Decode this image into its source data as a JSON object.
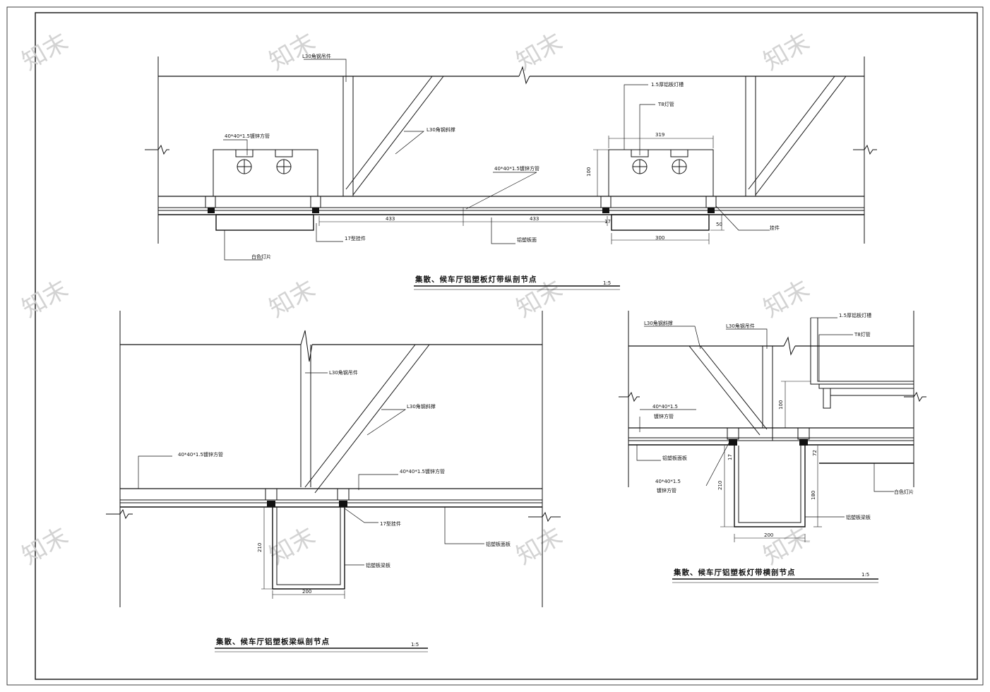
{
  "colors": {
    "line": "#111111",
    "watermark": "#cfcfcf",
    "background": "#ffffff"
  },
  "watermark": "知末",
  "top_detail": {
    "title": "集散、候车厅铝塑板灯带纵剖节点",
    "scale": "1:5",
    "labels": {
      "angle_top": "L30角钢吊件",
      "angle_diag": "L30角钢斜撑",
      "tube_left": "40*40*1.5镀锌方管",
      "tube_mid": "40*40*1.5镀锌方管",
      "alum_plate": "1.5厚铝板灯槽",
      "lamp": "T8灯管",
      "light_white": "白色灯片",
      "light_clip": "17型挂件",
      "panel": "铝塑板面",
      "side_clip": "挂件",
      "d_433a": "433",
      "d_433b": "433",
      "d_319": "319",
      "d_100": "100",
      "d_50": "50",
      "d_300": "300",
      "d_17": "17"
    }
  },
  "bottom_left_detail": {
    "title": "集散、候车厅铝塑板梁纵剖节点",
    "scale": "1:5",
    "labels": {
      "angle_top": "L30角钢吊件",
      "angle_diag": "L30角钢斜撑",
      "tube_left": "40*40*1.5镀锌方管",
      "tube_right": "40*40*1.5镀锌方管",
      "clip": "17型挂件",
      "panel": "铝塑板面板",
      "beam_box": "铝塑板梁板",
      "d_210": "210",
      "d_200": "200"
    }
  },
  "bottom_right_detail": {
    "title": "集散、候车厅铝塑板灯带横剖节点",
    "scale": "1:5",
    "labels": {
      "angle_diag": "L30角钢斜撑",
      "angle_top": "L30角钢吊件",
      "alum_plate": "1.5厚铝板灯槽",
      "lamp": "T8灯管",
      "tube_a_1": "40*40*1.5",
      "tube_a_2": "镀锌方管",
      "panel_face": "铝塑板面板",
      "tube_b_1": "40*40*1.5",
      "tube_b_2": "镀锌方管",
      "light_white": "白色灯片",
      "beam_box": "铝塑板梁板",
      "d_100": "100",
      "d_210": "210",
      "d_17": "17",
      "d_72": "72",
      "d_180": "180",
      "d_200": "200"
    }
  }
}
